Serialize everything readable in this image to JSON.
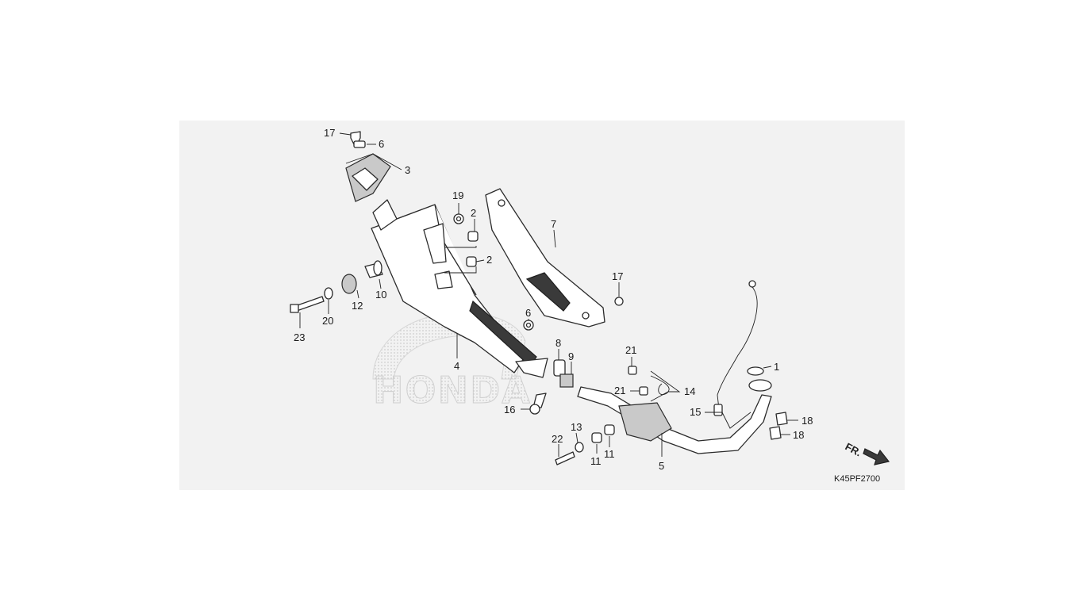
{
  "watermark_text": "HONDA",
  "diagram_code": "K45PF2700",
  "direction_label": "FR.",
  "callouts": {
    "c17a": "17",
    "c6a": "6",
    "c3": "3",
    "c19": "19",
    "c2a": "2",
    "c2b": "2",
    "c7": "7",
    "c17b": "17",
    "c6b": "6",
    "c10": "10",
    "c12": "12",
    "c20": "20",
    "c23": "23",
    "c4": "4",
    "c8": "8",
    "c9": "9",
    "c16": "16",
    "c21a": "21",
    "c21b": "21",
    "c14": "14",
    "c1": "1",
    "c15": "15",
    "c18a": "18",
    "c18b": "18",
    "c13": "13",
    "c22": "22",
    "c11a": "11",
    "c11b": "11",
    "c5": "5"
  }
}
